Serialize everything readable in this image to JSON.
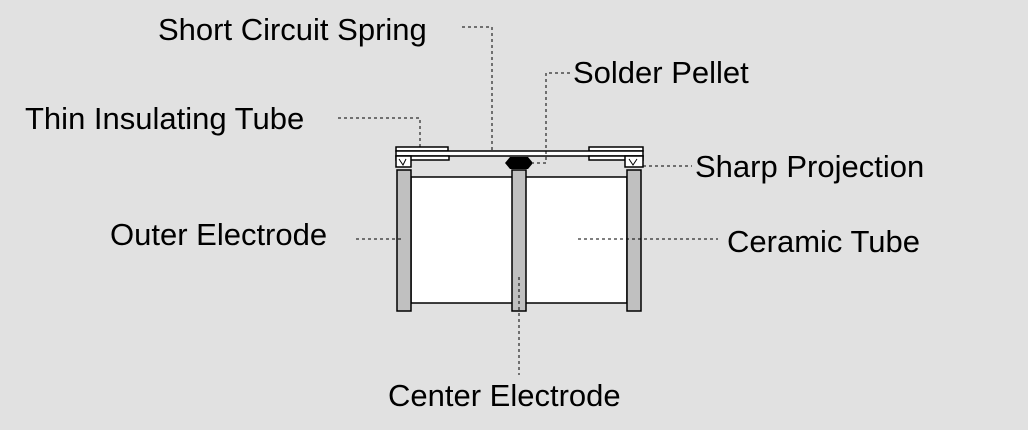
{
  "labels": {
    "short_circuit_spring": "Short Circuit Spring",
    "solder_pellet": "Solder Pellet",
    "thin_insulating_tube": "Thin Insulating Tube",
    "sharp_projection": "Sharp Projection",
    "outer_electrode": "Outer Electrode",
    "ceramic_tube": "Ceramic Tube",
    "center_electrode": "Center Electrode"
  },
  "colors": {
    "background": "#e1e1e1",
    "electrode": "#c0c0c0",
    "ceramic": "#ffffff",
    "pellet": "#000000"
  }
}
